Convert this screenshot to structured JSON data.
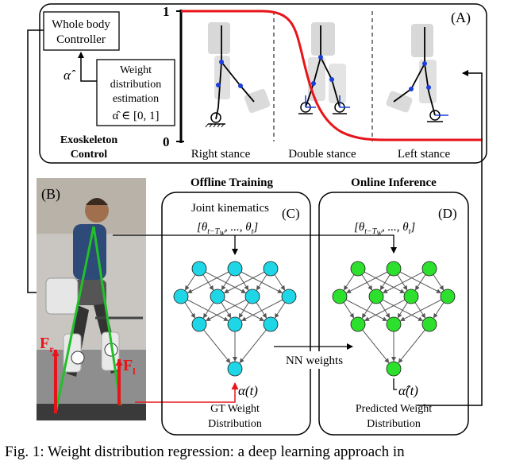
{
  "panelA": {
    "label": "(A)",
    "controller_line1": "Whole body",
    "controller_line2": "Controller",
    "alpha_hat": "α̂",
    "wde_line1": "Weight",
    "wde_line2": "distribution",
    "wde_line3": "estimation",
    "wde_line4": "α̂ ∈ [0, 1]",
    "exo_line1": "Exoskeleton",
    "exo_line2": "Control",
    "y_top": "1",
    "y_bottom": "0",
    "phases": [
      "Right stance",
      "Double stance",
      "Left stance"
    ]
  },
  "panelB": {
    "label": "(B)",
    "force_left": "F",
    "force_left_sub": "r",
    "force_right": "F",
    "force_right_sub": "l"
  },
  "panelC": {
    "title": "Offline Training",
    "label": "(C)",
    "input_line1": "Joint kinematics",
    "input_line2": "[θ",
    "input_sub": "t−T",
    "input_subsub": "W",
    "input_rest": ", ..., θ",
    "input_end_sub": "t",
    "input_close": "]",
    "output": "α(t)",
    "bottom_line1": "GT Weight",
    "bottom_line2": "Distribution",
    "node_color": "#1ed6e6"
  },
  "panelD": {
    "title": "Online Inference",
    "label": "(D)",
    "input_line2": "[θ",
    "input_sub": "t−T",
    "input_subsub": "W",
    "input_rest": ", ..., θ",
    "input_end_sub": "t",
    "input_close": "]",
    "output": "α̂(t)",
    "bottom_line1": "Predicted Weight",
    "bottom_line2": "Distribution",
    "node_color": "#2de02d"
  },
  "transfer_label": "NN weights",
  "caption": "Fig. 1: Weight distribution regression: a deep learning approach in",
  "colors": {
    "curve": "#e8141b",
    "arrow_red": "#e8141b",
    "lines": "#000000"
  }
}
